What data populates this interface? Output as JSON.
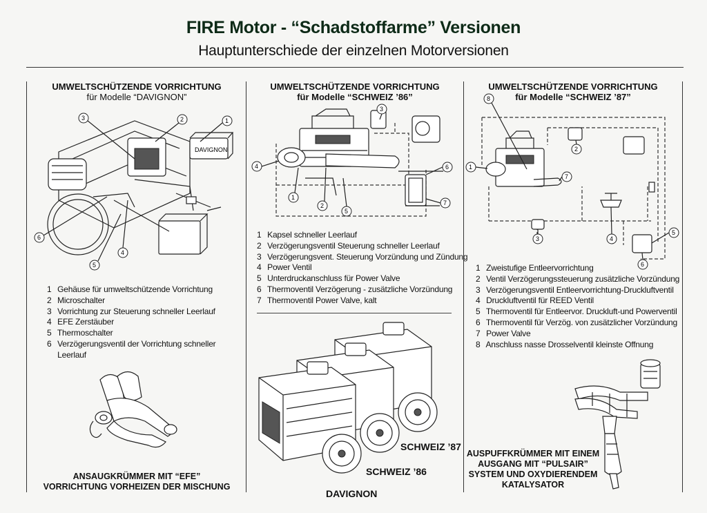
{
  "header": {
    "title": "FIRE Motor - “Schadstoffarme” Versionen",
    "subtitle": "Hauptunterschiede der einzelnen Motorversionen"
  },
  "columns": [
    {
      "heading_line1": "UMWELTSCHÜTZENDE VORRICHTUNG",
      "heading_line2": "für Modelle “DAVIGNON”",
      "legend": [
        {
          "n": "1",
          "text": "Gehäuse für umweltschützende Vorrichtung"
        },
        {
          "n": "2",
          "text": "Microschalter"
        },
        {
          "n": "3",
          "text": "Vorrichtung zur Steuerung schneller Leerlauf"
        },
        {
          "n": "4",
          "text": "EFE Zerstäuber"
        },
        {
          "n": "5",
          "text": "Thermoschalter"
        },
        {
          "n": "6",
          "text": "Verzögerungsventil der Vorrichtung schneller"
        },
        {
          "n": "",
          "text": "Leerlauf"
        }
      ],
      "caption_line1": "ANSAUGKRÜMMER MIT “EFE”",
      "caption_line2": "VORRICHTUNG VORHEIZEN DER MISCHUNG"
    },
    {
      "heading_line1": "UMWELTSCHÜTZENDE VORRICHTUNG",
      "heading_line2": "für Modelle “SCHWEIZ ’86”",
      "legend": [
        {
          "n": "1",
          "text": "Kapsel schneller Leerlauf"
        },
        {
          "n": "2",
          "text": "Verzögerungsventil Steuerung schneller Leerlauf"
        },
        {
          "n": "3",
          "text": "Verzögerungsvent. Steuerung Vorzündung und Zündung"
        },
        {
          "n": "4",
          "text": "Power Ventil"
        },
        {
          "n": "5",
          "text": "Unterdruckanschluss für Power Valve"
        },
        {
          "n": "6",
          "text": "Thermoventil Verzögerung - zusätzliche Vorzündung"
        },
        {
          "n": "7",
          "text": "Thermoventil Power Valve, kalt"
        }
      ],
      "engine_labels": {
        "schweiz87": "SCHWEIZ ’87",
        "schweiz86": "SCHWEIZ ’86",
        "davignon": "DAVIGNON"
      }
    },
    {
      "heading_line1": "UMWELTSCHÜTZENDE VORRICHTUNG",
      "heading_line2": "für Modelle “SCHWEIZ ’87”",
      "legend": [
        {
          "n": "1",
          "text": "Zweistufige Entleervorrichtung"
        },
        {
          "n": "2",
          "text": "Ventil Verzögerungssteuerung zusätzliche Vorzündung"
        },
        {
          "n": "3",
          "text": "Verzögerungsventil Entleervorrichtung-Druckluftventil"
        },
        {
          "n": "4",
          "text": "Druckluftventil für REED Ventil"
        },
        {
          "n": "5",
          "text": "Thermoventil für Entleervor. Druckluft-und Powerventil"
        },
        {
          "n": "6",
          "text": "Thermoventil für Verzög. von zusätzlicher Vorzündung"
        },
        {
          "n": "7",
          "text": "Power Valve"
        },
        {
          "n": "8",
          "text": "Anschluss nasse Drosselventil kleinste Offnung"
        }
      ],
      "caption_line1": "AUSPUFFKRÜMMER MIT EINEM",
      "caption_line2": "AUSGANG MIT “PULSAIR”",
      "caption_line3": "SYSTEM UND OXYDIERENDEM",
      "caption_line4": "KATALYSATOR"
    }
  ],
  "callouts": {
    "c1": [
      "1",
      "2",
      "3",
      "4",
      "5",
      "6"
    ],
    "c2": [
      "1",
      "2",
      "3",
      "4",
      "5",
      "6",
      "7"
    ],
    "c3": [
      "1",
      "2",
      "3",
      "4",
      "5",
      "6",
      "7",
      "8"
    ]
  }
}
